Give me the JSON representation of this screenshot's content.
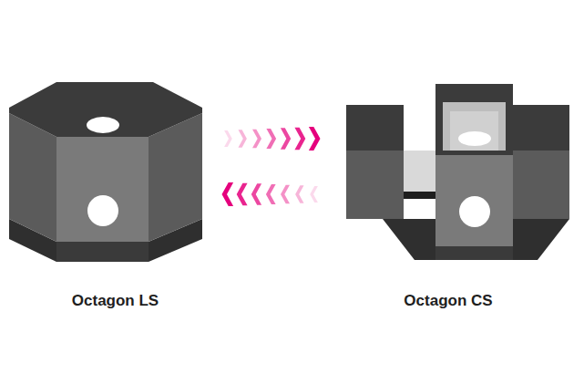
{
  "diagram": {
    "nodes": [
      {
        "text": [
          "Octagon LS"
        ]
      },
      {
        "text": [
          "Octagon CS"
        ]
      }
    ],
    "edges": [
      {
        "from": 0,
        "to": 1,
        "arrow": "to"
      },
      {
        "from": 1,
        "to": 0,
        "arrow": "to"
      }
    ]
  }
}
